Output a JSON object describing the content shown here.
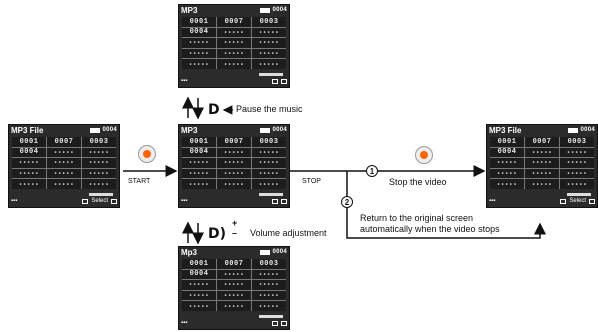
{
  "screens": {
    "top": {
      "title": "MP3",
      "count": "0004",
      "rows": [
        [
          "0001",
          "0007",
          "0003"
        ],
        [
          "0004",
          "•••••",
          "•••••"
        ],
        [
          "•••••",
          "•••••",
          "•••••"
        ],
        [
          "•••••",
          "•••••",
          "•••••"
        ],
        [
          "•••••",
          "•••••",
          "•••••"
        ]
      ]
    },
    "center": {
      "title": "MP3",
      "count": "0004",
      "rows": [
        [
          "0001",
          "0007",
          "0003"
        ],
        [
          "0004",
          "•••••",
          "•••••"
        ],
        [
          "•••••",
          "•••••",
          "•••••"
        ],
        [
          "•••••",
          "•••••",
          "•••••"
        ],
        [
          "•••••",
          "•••••",
          "•••••"
        ]
      ]
    },
    "bottom": {
      "title": "Mp3",
      "count": "0004",
      "rows": [
        [
          "0001",
          "0007",
          "0003"
        ],
        [
          "0004",
          "•••••",
          "•••••"
        ],
        [
          "•••••",
          "•••••",
          "•••••"
        ],
        [
          "•••••",
          "•••••",
          "•••••"
        ],
        [
          "•••••",
          "•••••",
          "•••••"
        ]
      ]
    },
    "left": {
      "title": "MP3 File",
      "count": "0004",
      "footer": "Select",
      "rows": [
        [
          "0001",
          "0007",
          "0003"
        ],
        [
          "0004",
          "•••••",
          "•••••"
        ],
        [
          "•••••",
          "•••••",
          "•••••"
        ],
        [
          "•••••",
          "•••••",
          "•••••"
        ],
        [
          "•••••",
          "•••••",
          "•••••"
        ]
      ]
    },
    "right": {
      "title": "MP3 File",
      "count": "0004",
      "footer": "Select",
      "rows": [
        [
          "0001",
          "0007",
          "0003"
        ],
        [
          "0004",
          "•••••",
          "•••••"
        ],
        [
          "•••••",
          "•••••",
          "•••••"
        ],
        [
          "•••••",
          "•••••",
          "•••••"
        ],
        [
          "•••••",
          "•••••",
          "•••••"
        ]
      ]
    }
  },
  "labels": {
    "pause": "Pause the music",
    "volume": "Volume adjustment",
    "start": "START",
    "stop": "STOP",
    "stop_video": "Stop the video",
    "return_line1": "Return to the original screen",
    "return_line2": "automatically when the video stops",
    "step1": "1",
    "step2": "2",
    "volume_plus": "+",
    "volume_minus": "–"
  }
}
